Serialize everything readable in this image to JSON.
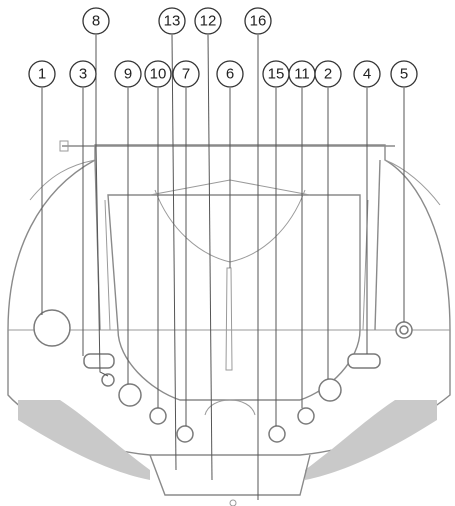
{
  "diagram": {
    "colors": {
      "outline": "#8a8a8a",
      "callout": "#333333",
      "shade": "#c9c9c9"
    },
    "callouts": [
      {
        "id": "c1",
        "label": "1"
      },
      {
        "id": "c3",
        "label": "3"
      },
      {
        "id": "c8",
        "label": "8"
      },
      {
        "id": "c9",
        "label": "9"
      },
      {
        "id": "c10",
        "label": "10"
      },
      {
        "id": "c13",
        "label": "13"
      },
      {
        "id": "c7",
        "label": "7"
      },
      {
        "id": "c12",
        "label": "12"
      },
      {
        "id": "c6",
        "label": "6"
      },
      {
        "id": "c16",
        "label": "16"
      },
      {
        "id": "c15",
        "label": "15"
      },
      {
        "id": "c11",
        "label": "11"
      },
      {
        "id": "c2",
        "label": "2"
      },
      {
        "id": "c4",
        "label": "4"
      },
      {
        "id": "c5",
        "label": "5"
      }
    ]
  }
}
